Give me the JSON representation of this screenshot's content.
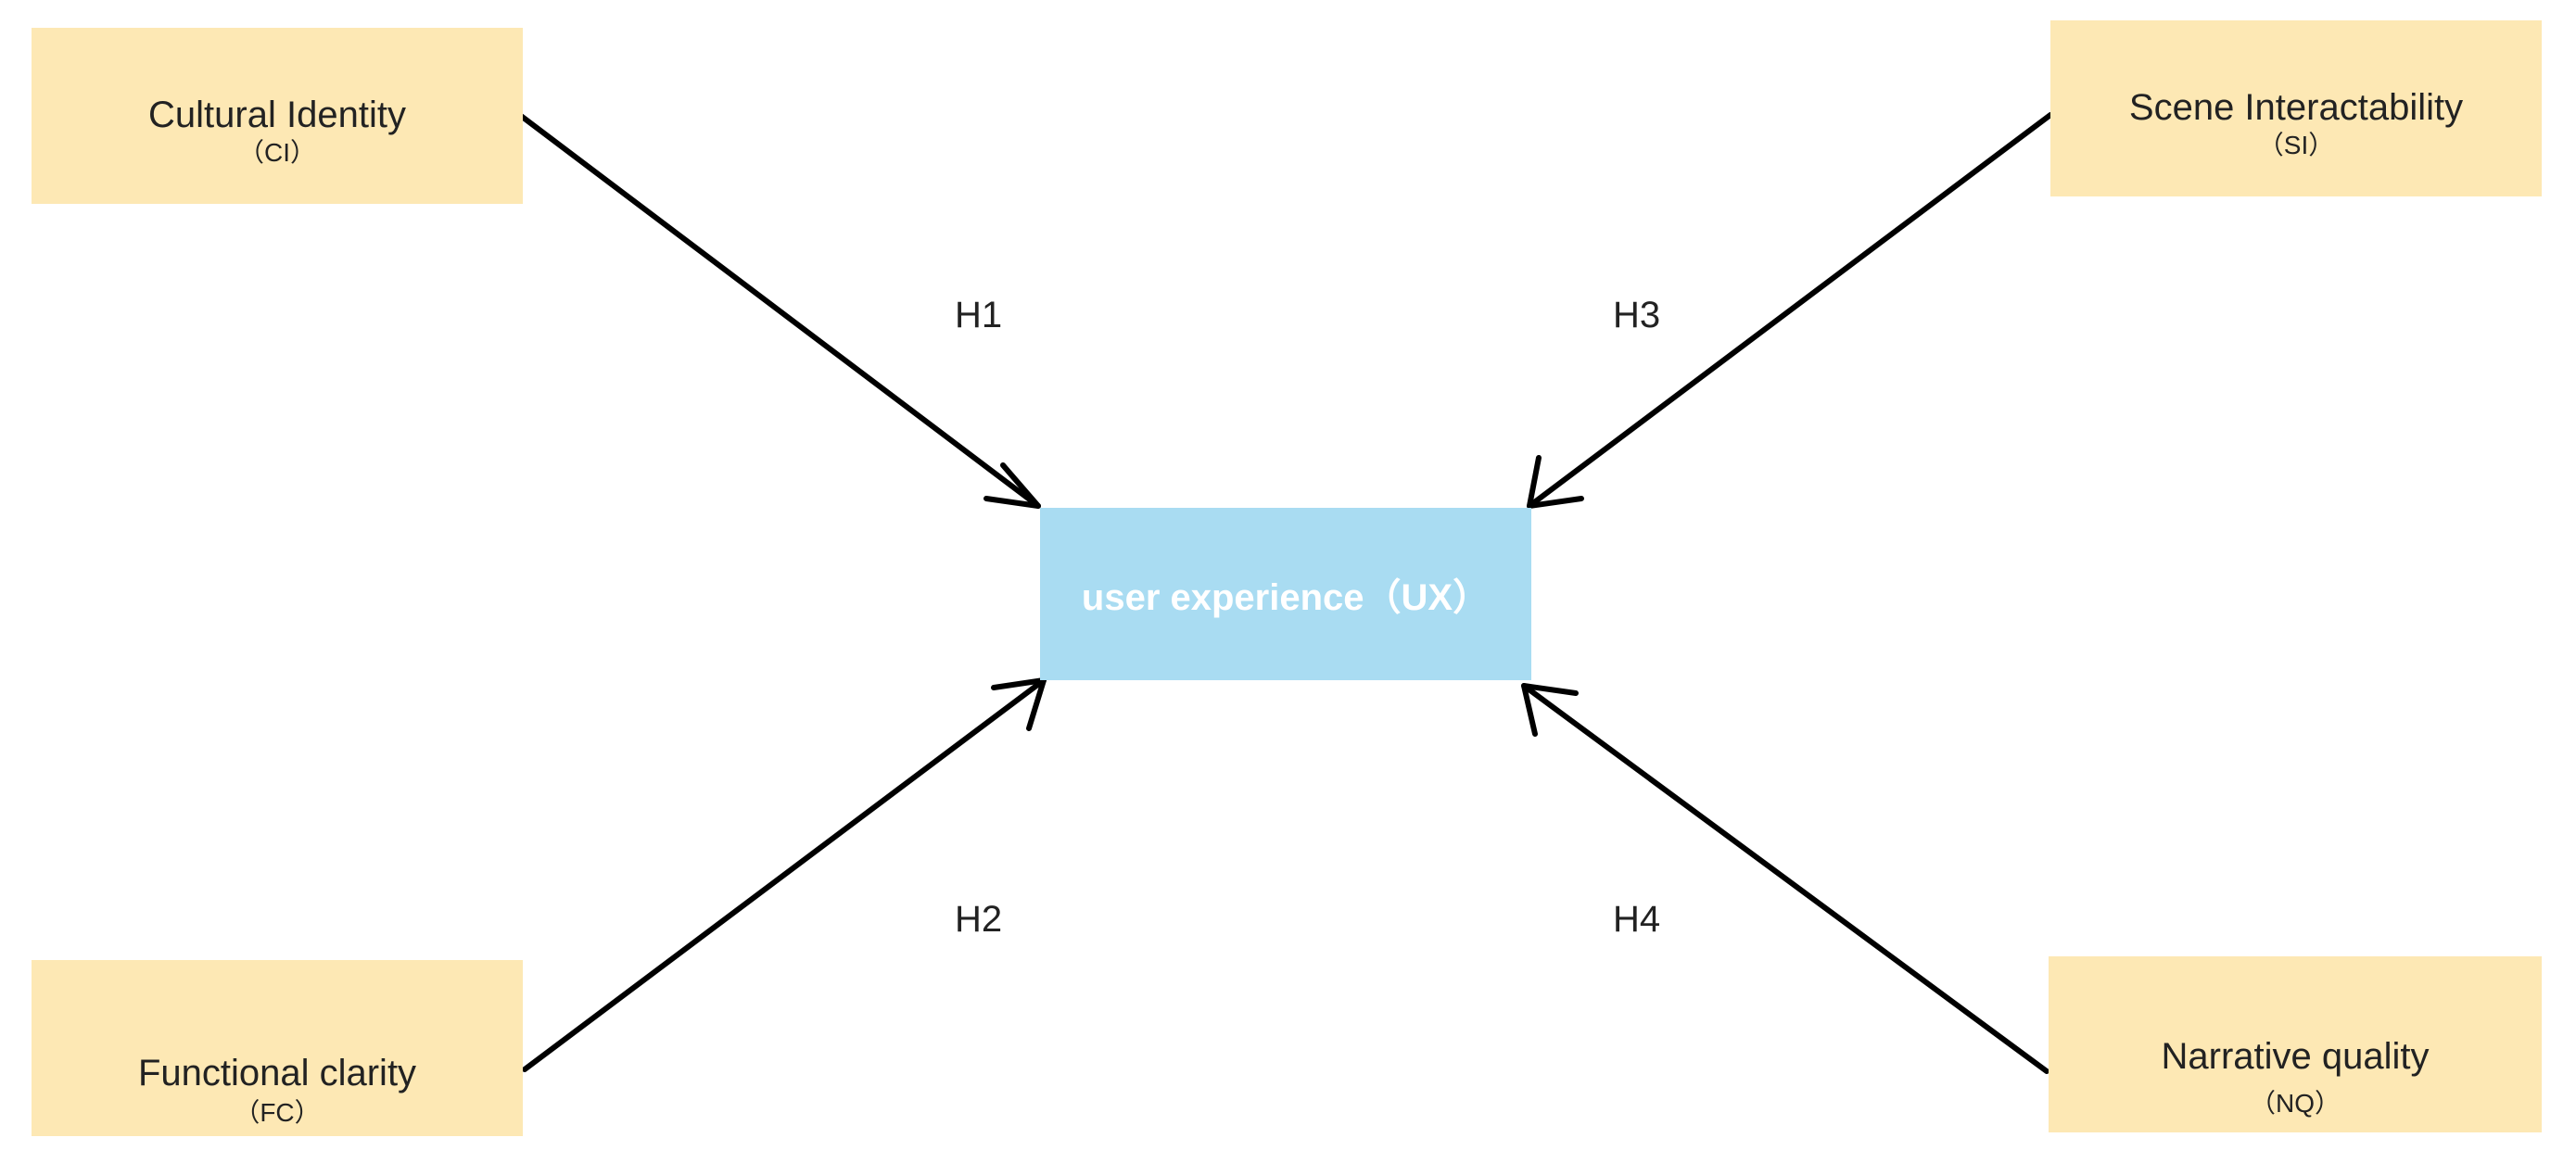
{
  "diagram": {
    "center": {
      "label": "user experience（UX）"
    },
    "factors": {
      "ci": {
        "title": "Cultural Identity",
        "abbr": "（CI）"
      },
      "si": {
        "title": "Scene Interactability",
        "abbr": "（SI）"
      },
      "fc": {
        "title": "Functional clarity",
        "abbr": "（FC）"
      },
      "nq": {
        "title": "Narrative quality",
        "abbr": "（NQ）"
      }
    },
    "hypotheses": {
      "h1": "H1",
      "h2": "H2",
      "h3": "H3",
      "h4": "H4"
    },
    "colors": {
      "factor_fill": "#fde8b4",
      "center_fill": "#a9dcf2",
      "arrow": "#000000",
      "text": "#222222",
      "center_text": "#ffffff"
    }
  }
}
